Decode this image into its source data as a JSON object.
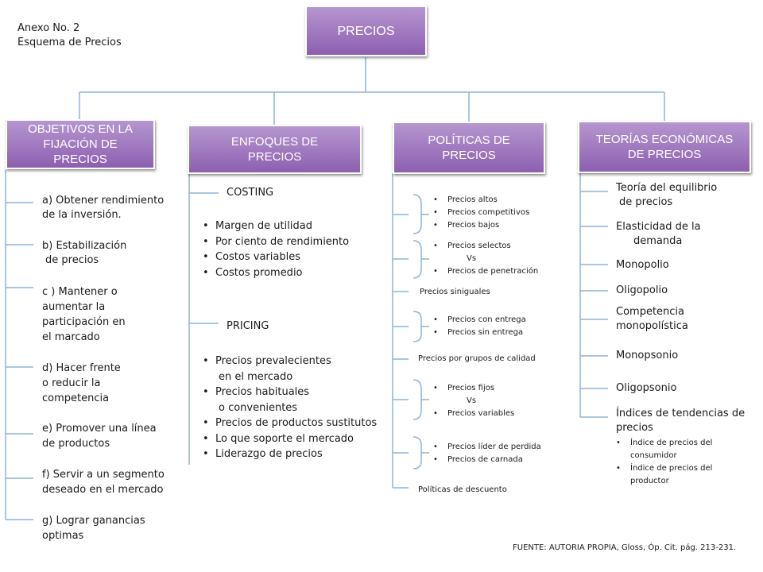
{
  "header": {
    "annex": "Anexo No. 2",
    "subtitle": "Esquema de Precios"
  },
  "root": {
    "label": "PRECIOS"
  },
  "branches": {
    "objetivos": {
      "lines": [
        "OBJETIVOS EN LA",
        "FIJACIÓN DE",
        "PRECIOS"
      ]
    },
    "enfoques": {
      "lines": [
        "ENFOQUES DE",
        "PRECIOS"
      ]
    },
    "politicas": {
      "lines": [
        "POLÍTICAS DE",
        "PRECIOS"
      ]
    },
    "teorias": {
      "lines": [
        "TEORÍAS ECONÓMICAS",
        "DE PRECIOS"
      ]
    }
  },
  "objetivos_items": [
    [
      "a) Obtener rendimiento",
      "de la inversión."
    ],
    [
      "b) Estabilización",
      "de precios"
    ],
    [
      "c ) Mantener o",
      "aumentar la",
      "participación en",
      "el marcado"
    ],
    [
      "d) Hacer frente",
      "o reducir la",
      "competencia"
    ],
    [
      "e) Promover una línea",
      "de productos"
    ],
    [
      "f) Servir a un segmento",
      "deseado en el  mercado"
    ],
    [
      "g) Lograr ganancias",
      "optimas"
    ]
  ],
  "enfoques": {
    "costing": {
      "label": "COSTING",
      "items": [
        "Margen de utilidad",
        "Por ciento de rendimiento",
        "Costos variables",
        "Costos promedio"
      ]
    },
    "pricing": {
      "label": "PRICING",
      "items": [
        [
          "Precios prevalecientes",
          "en el mercado"
        ],
        [
          "Precios habituales",
          "o convenientes"
        ],
        [
          "Precios de productos sustitutos"
        ],
        [
          "Lo que soporte el mercado"
        ],
        [
          "Liderazgo de precios"
        ]
      ]
    }
  },
  "politicas": {
    "group1": [
      "Precios altos",
      "Precios competitivos",
      "Precios bajos"
    ],
    "group2": {
      "a": "Precios selectos",
      "vs": "Vs",
      "b": "Precios de penetración"
    },
    "siniguales": "Precios siniguales",
    "group3": [
      "Precios con entrega",
      "Precios sin entrega"
    ],
    "calidad": "Precios por grupos de calidad",
    "group4": {
      "a": "Precios fijos",
      "vs": "Vs",
      "b": "Precios variables"
    },
    "group5": [
      "Precios líder de perdida",
      "Precios de carnada"
    ],
    "descuento": "Políticas de descuento"
  },
  "teorias_items": [
    [
      "Teoría del equilibrio",
      "de precios"
    ],
    [
      "Elasticidad de la",
      "demanda"
    ],
    [
      "Monopolio"
    ],
    [
      "Oligopolio"
    ],
    [
      "Competencia",
      "monopolística"
    ],
    [
      "Monopsonio"
    ],
    [
      "Oligopsonio"
    ]
  ],
  "indices": {
    "title": [
      "Índices de tendencias de",
      "precios"
    ],
    "items": [
      [
        "Índice de precios del",
        "consumidor"
      ],
      [
        "Índice de precios del",
        "productor"
      ]
    ]
  },
  "footer": {
    "source": "FUENTE:  AUTORIA PROPIA, Gloss, Óp. Cit. pág. 213-231."
  },
  "colors": {
    "box_top": "#b596cf",
    "box_bottom": "#8d5fb0",
    "connector": "#8eb3d6"
  }
}
